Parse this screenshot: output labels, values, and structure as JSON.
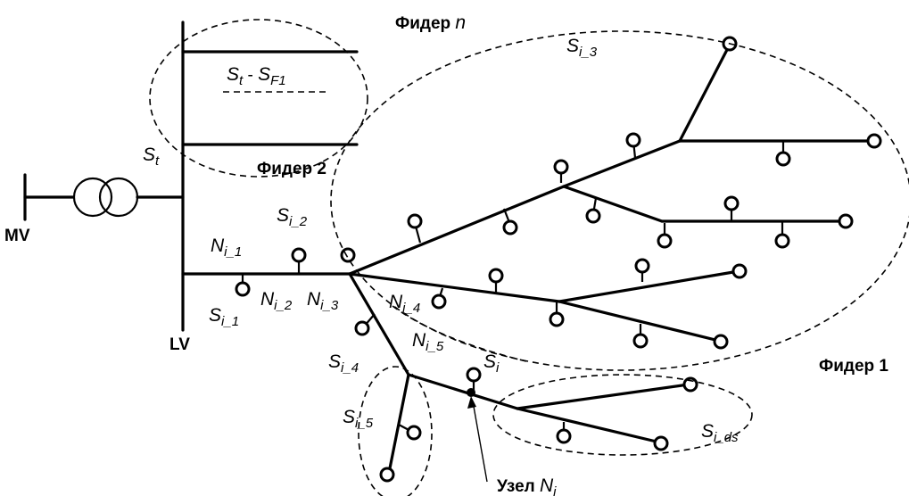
{
  "labels": {
    "feeder_n": "Фидер ",
    "feeder_n_var": "n",
    "feeder_1": "Фидер 1",
    "feeder_2": "Фидер 2",
    "mv": "MV",
    "lv": "LV",
    "node_prefix": "Узел ",
    "node_var": "N",
    "node_sub": "i",
    "st_minus_sf1_a": "S",
    "st_minus_sf1_a_sub": "t",
    "st_minus_sf1_dash": " - ",
    "st_minus_sf1_b": "S",
    "st_minus_sf1_b_sub": "F1",
    "st": "S",
    "st_sub": "t",
    "si": "S",
    "si_sub": "i",
    "si_1_sub": "i_1",
    "si_2_sub": "i_2",
    "si_3_sub": "i_3",
    "si_4_sub": "i_4",
    "si_5_sub": "i_5",
    "si_ds_sub": "i_ds",
    "n": "N",
    "ni_1_sub": "i_1",
    "ni_2_sub": "i_2",
    "ni_3_sub": "i_3",
    "ni_4_sub": "i_4",
    "ni_5_sub": "i_5"
  }
}
